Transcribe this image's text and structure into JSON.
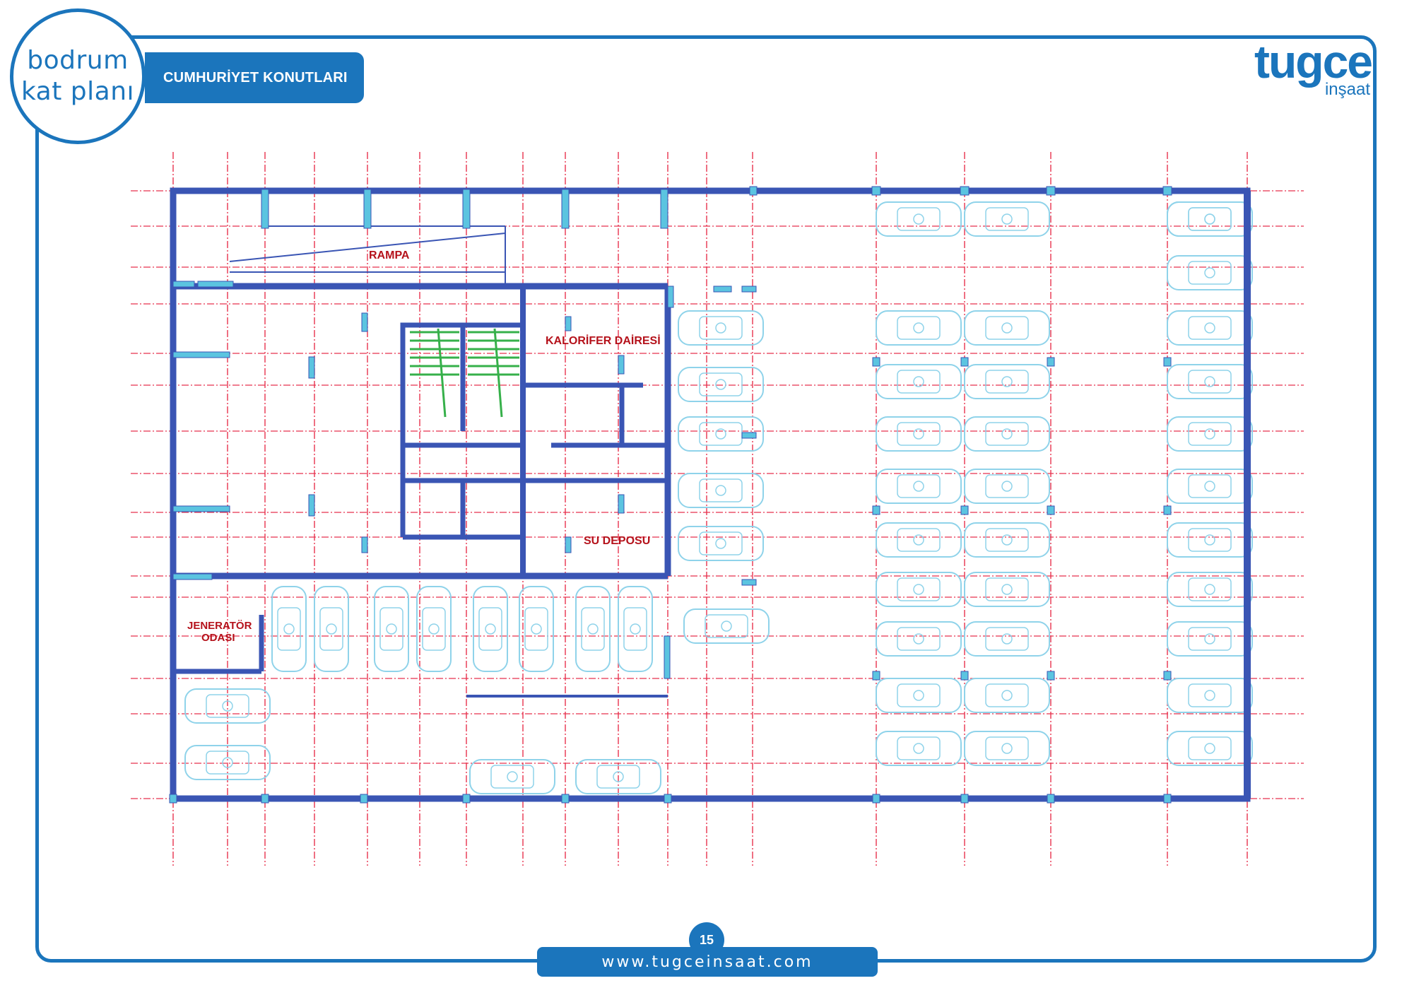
{
  "header": {
    "plan_title_line1": "bodrum",
    "plan_title_line2": "kat planı",
    "project_name": "CUMHURİYET KONUTLARI"
  },
  "logo": {
    "brand": "tugce",
    "subtitle": "inşaat"
  },
  "plan": {
    "rooms": {
      "ramp": "RAMPA",
      "boiler_room": "KALORİFER DAİRESİ",
      "water_tank": "SU DEPOSU",
      "generator_line1": "JENERATÖR",
      "generator_line2": "ODASI"
    }
  },
  "footer": {
    "page_number": "15",
    "website": "www.tugceinsaat.com"
  },
  "colors": {
    "brand_blue": "#1b75bc",
    "wall_blue": "#3a55b4",
    "column_cyan": "#5bc4e0",
    "grid_red": "#e8324e",
    "label_red": "#b5121b",
    "car_outline": "#8fd3ea"
  }
}
